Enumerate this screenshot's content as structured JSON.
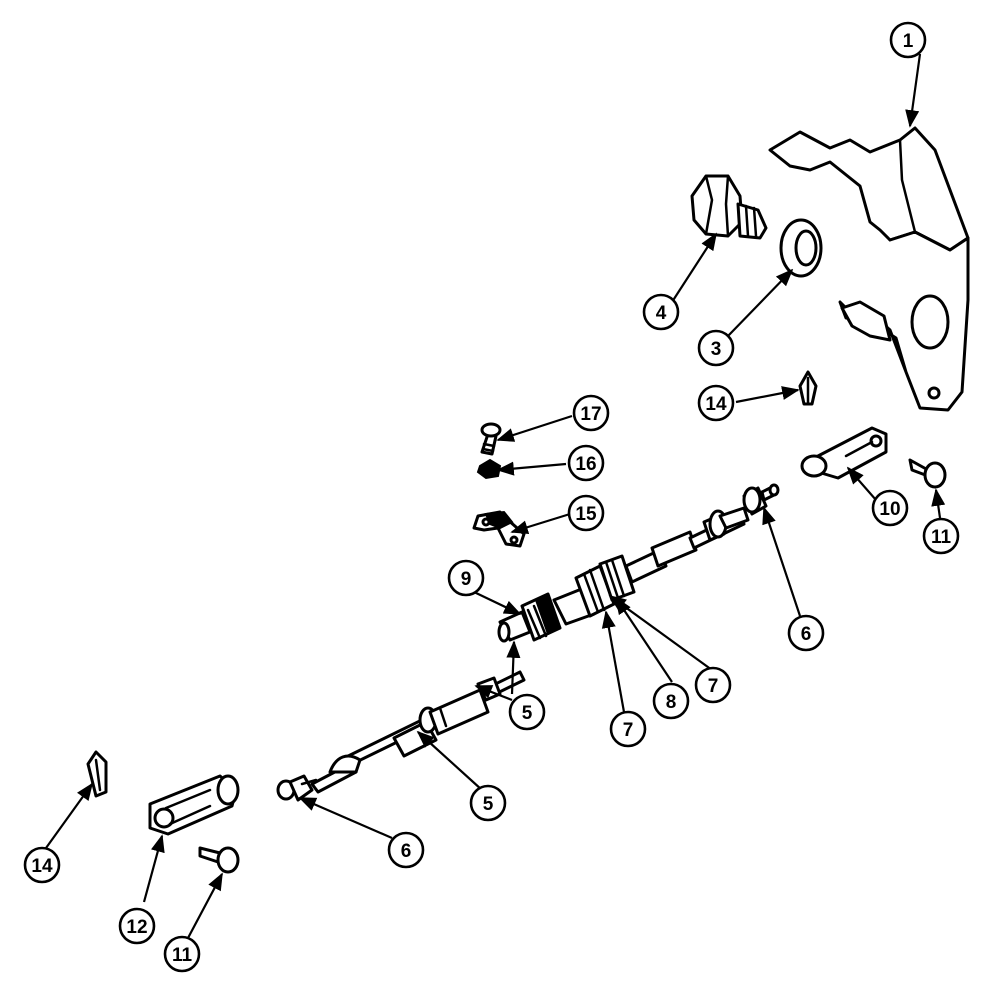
{
  "callouts": [
    {
      "id": "c1",
      "label": "1"
    },
    {
      "id": "c3",
      "label": "3"
    },
    {
      "id": "c4",
      "label": "4"
    },
    {
      "id": "c14a",
      "label": "14"
    },
    {
      "id": "c17",
      "label": "17"
    },
    {
      "id": "c16",
      "label": "16"
    },
    {
      "id": "c15",
      "label": "15"
    },
    {
      "id": "c10",
      "label": "10"
    },
    {
      "id": "c11a",
      "label": "11"
    },
    {
      "id": "c9",
      "label": "9"
    },
    {
      "id": "c6a",
      "label": "6"
    },
    {
      "id": "c7a",
      "label": "7"
    },
    {
      "id": "c8",
      "label": "8"
    },
    {
      "id": "c7b",
      "label": "7"
    },
    {
      "id": "c5a",
      "label": "5"
    },
    {
      "id": "c5b",
      "label": "5"
    },
    {
      "id": "c6b",
      "label": "6"
    },
    {
      "id": "c14b",
      "label": "14"
    },
    {
      "id": "c12",
      "label": "12"
    },
    {
      "id": "c11b",
      "label": "11"
    }
  ]
}
